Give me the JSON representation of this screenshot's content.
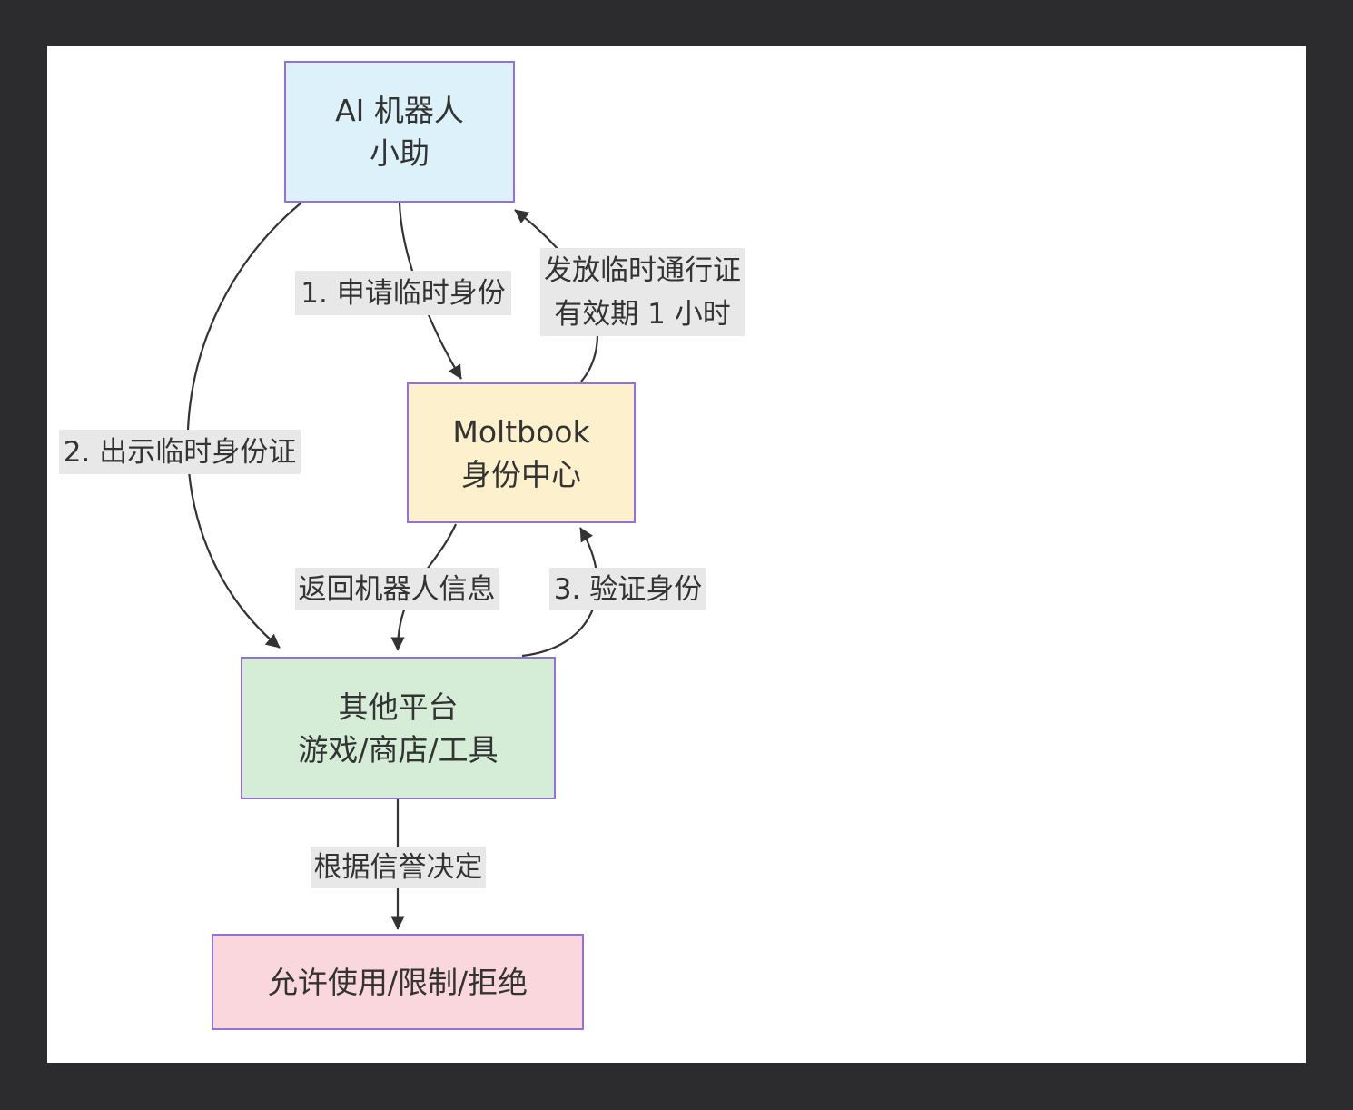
{
  "diagram": {
    "background_color": "#2c2c2e",
    "surface_color": "#ffffff",
    "border_color": "#9370DB",
    "edge_color": "#333333",
    "edge_label_bg": "#e8e8e8",
    "nodes": [
      {
        "id": "ai",
        "line1": "AI 机器人",
        "line2": "小助",
        "fill": "#ddf1fb"
      },
      {
        "id": "moltbook",
        "line1": "Moltbook",
        "line2": "身份中心",
        "fill": "#fcf0cd"
      },
      {
        "id": "platforms",
        "line1": "其他平台",
        "line2": "游戏/商店/工具",
        "fill": "#d5ecd7"
      },
      {
        "id": "decision",
        "line1": "允许使用/限制/拒绝",
        "fill": "#f9d7dc"
      }
    ],
    "edges": [
      {
        "from": "ai",
        "to": "moltbook",
        "label": "1. 申请临时身份"
      },
      {
        "from": "moltbook",
        "to": "ai",
        "label_line1": "发放临时通行证",
        "label_line2": "有效期 1 小时"
      },
      {
        "from": "ai",
        "to": "platforms",
        "label": "2. 出示临时身份证"
      },
      {
        "from": "moltbook",
        "to": "platforms",
        "label": "返回机器人信息"
      },
      {
        "from": "platforms",
        "to": "moltbook",
        "label": "3. 验证身份"
      },
      {
        "from": "platforms",
        "to": "decision",
        "label": "根据信誉决定"
      }
    ]
  }
}
